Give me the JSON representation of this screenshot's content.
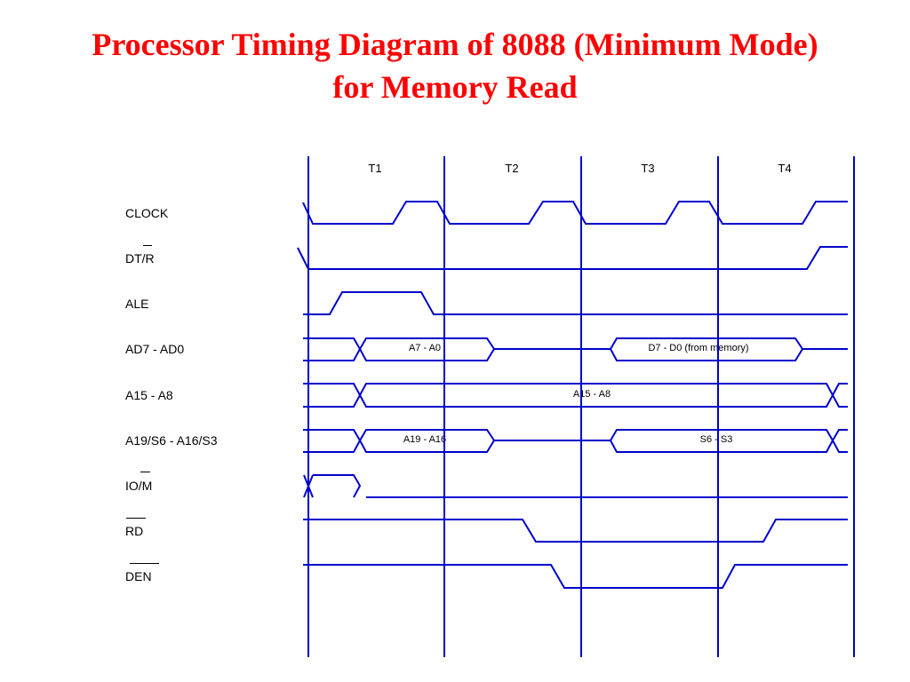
{
  "title": {
    "line1": "Processor Timing Diagram of 8088 (Minimum Mode)",
    "line2": "for Memory Read",
    "color": "#ff0000"
  },
  "diagram_color": "#0000cc",
  "states": [
    "T1",
    "T2",
    "T3",
    "T4"
  ],
  "signals": {
    "clock": "CLOCK",
    "dtr": "DT/R",
    "ale": "ALE",
    "ad": "AD7 - AD0",
    "a15": "A15 - A8",
    "a19": "A19/S6 - A16/S3",
    "iom": "IO/M",
    "rd": "RD",
    "den": "DEN"
  },
  "bus_labels": {
    "ad_address": "A7 - A0",
    "ad_data": "D7 - D0 (from memory)",
    "a15_address": "A15 - A8",
    "a19_address": "A19 - A16",
    "a19_status": "S6 - S3"
  }
}
